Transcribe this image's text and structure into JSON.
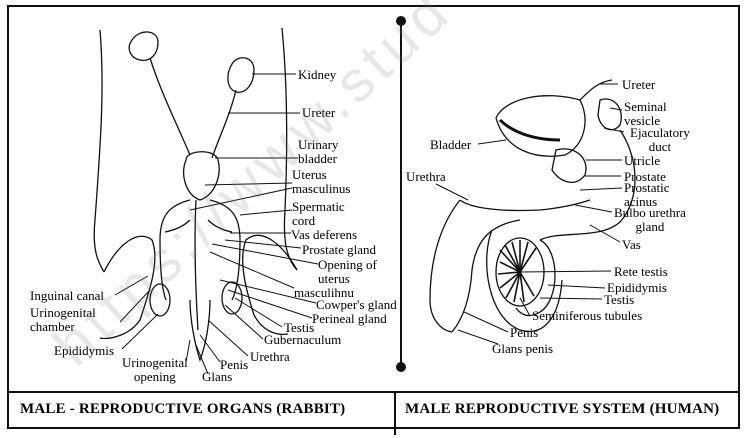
{
  "rabbit": {
    "labels": {
      "kidney": "Kidney",
      "ureter": "Ureter",
      "urinary_bladder": "Urinary\nbladder",
      "uterus_masculinus": "Uterus\nmasculinus",
      "spermatic_cord": "Spermatic\ncord",
      "vas_deferens": "Vas deferens",
      "prostate_gland": "Prostate gland",
      "opening_of_uterus": "Opening of\nuterus",
      "masculihnu": "masculihnu",
      "cowpers_gland": "Cowper's gland",
      "perineal_gland": "Perineal gland",
      "testis": "Testis",
      "gubernaculum": "Gubernaculum",
      "urethra": "Urethra",
      "penis": "Penis",
      "glans": "Glans",
      "urinogenital_opening": "Urinogenital\nopening",
      "epididymis": "Epididymis",
      "urinogenital_chamber": "Urinogenital\nchamber",
      "inguinal_canal": "Inguinal canal"
    }
  },
  "human": {
    "labels": {
      "ureter": "Ureter",
      "seminal_vesicle": "Seminal\nvesicle",
      "ejaculatory_duct": "Ejaculatory\nduct",
      "utricle": "Utricle",
      "prostate": "Prostate",
      "prostatic_acinus": "Prostatic\nacinus",
      "bulbo_urethra_gland": "Bulbo urethra\ngland",
      "vas": "Vas",
      "bladder": "Bladder",
      "urethra": "Urethra",
      "rete_testis": "Rete testis",
      "epididymis": "Epididymis",
      "testis": "Testis",
      "seminiferous_tubules": "Seminiferous tubules",
      "penis": "Penis",
      "glans_penis": "Glans penis"
    }
  },
  "captions": {
    "left": "MALE - REPRODUCTIVE ORGANS (RABBIT)",
    "right": "MALE REPRODUCTIVE SYSTEM (HUMAN)"
  },
  "watermark": "https://www.stud"
}
